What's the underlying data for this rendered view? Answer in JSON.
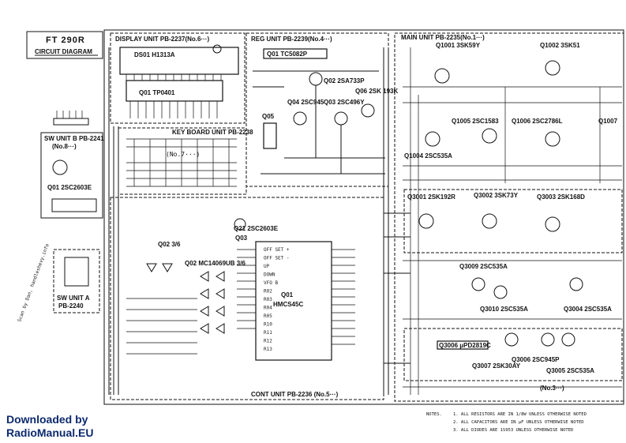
{
  "title": {
    "model": "FT 290R",
    "subtitle": "CIRCUIT DIAGRAM"
  },
  "units": {
    "display": "DISPLAY UNIT PB-2237(No.6···)",
    "reg": "REG UNIT PB-2239(No.4···)",
    "main": "MAIN UNIT PB-2235(No.1···)",
    "keyboard": "KEY BOARD UNIT PB-2238",
    "keyboard_no": "(No.7···)",
    "sw_b": "SW UNIT B PB-2241",
    "sw_b_no": "(No.8···)",
    "sw_a_line1": "SW UNIT A",
    "sw_a_line2": "PB-2240",
    "cont": "CONT UNIT PB-2236 (No.5···)",
    "main_no3": "(No.3···)"
  },
  "components": {
    "ds01": "DS01 H1313A",
    "disp_q01": "Q01 TP0401",
    "reg_q01": "Q01 TC5082P",
    "reg_q02": "Q02 2SA733P",
    "reg_q04": "Q04 2SC945",
    "reg_q03": "Q03 2SC496Y",
    "reg_q06": "Q06 2SK 193K",
    "reg_q05": "Q05",
    "cont_q01_a": "Q01",
    "cont_q01_b": "HMCS45C",
    "cont_q02": "Q02 MC14069UB 3/6",
    "cont_q02b": "Q02 3/6",
    "cont_q03": "Q03",
    "cont_q21": "Q21 2SC2603E",
    "swb_q01": "Q01 2SC2603E",
    "q1001": "Q1001 3SK59Y",
    "q1002": "Q1002 3SK51",
    "q1005": "Q1005 2SC1583",
    "q1006": "Q1006 2SC2786L",
    "q1007": "Q1007",
    "q1004": "Q1004 2SC535A",
    "q3001": "Q3001 2SK192R",
    "q3002": "Q3002 3SK73Y",
    "q3003": "Q3003 2SK168D",
    "q3009": "Q3009 2SC535A",
    "q3010": "Q3010 2SC535A",
    "q3004": "Q3004 2SC535A",
    "q3006": "Q3006 μPD2819C",
    "q3007": "Q3007 2SK30AY",
    "q3006b": "Q3006 2SC945P",
    "q3005": "Q3005 2SC535A"
  },
  "pins": [
    "OFF SET +",
    "OFF SET -",
    "UP",
    "DOWN",
    "VFO B",
    "R02",
    "R03",
    "R04",
    "R05",
    "R10",
    "R11",
    "R12",
    "R13"
  ],
  "handwriting": "Scan by Dan, handleshevy.info",
  "footer": {
    "line1": "Downloaded by",
    "line2": "RadioManual.EU"
  },
  "notes": {
    "heading": "NOTES.",
    "n1": "1. ALL RESISTORS ARE IN 1/8W UNLESS OTHERWISE NOTED",
    "n2": "2. ALL CAPACITORS ARE IN μF UNLESS OTHERWISE NOTED",
    "n3": "3. ALL DIODES ARE 1S953 UNLESS OTHERWISE NOTED"
  },
  "colors": {
    "line": "#111111",
    "paper": "#ffffff",
    "footer": "#0d2a6e"
  }
}
